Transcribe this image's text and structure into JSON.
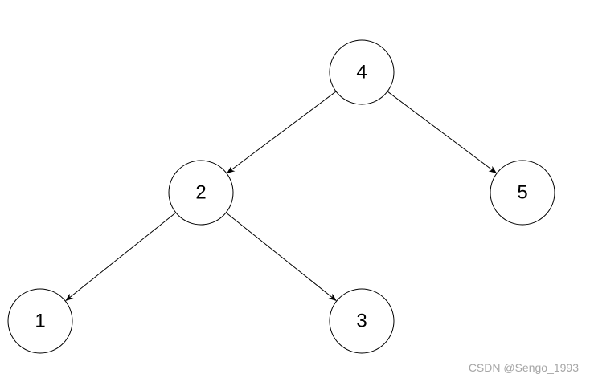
{
  "diagram": {
    "type": "binary-tree",
    "nodes": [
      {
        "id": "n4",
        "label": "4"
      },
      {
        "id": "n2",
        "label": "2"
      },
      {
        "id": "n5",
        "label": "5"
      },
      {
        "id": "n1",
        "label": "1"
      },
      {
        "id": "n3",
        "label": "3"
      }
    ],
    "edges": [
      {
        "from": "n4",
        "to": "n2"
      },
      {
        "from": "n4",
        "to": "n5"
      },
      {
        "from": "n2",
        "to": "n1"
      },
      {
        "from": "n2",
        "to": "n3"
      }
    ]
  },
  "watermark": {
    "text": "CSDN @Sengo_1993"
  },
  "colors": {
    "stroke": "#000000",
    "node_fill": "#ffffff",
    "watermark": "#a6a6a6"
  }
}
